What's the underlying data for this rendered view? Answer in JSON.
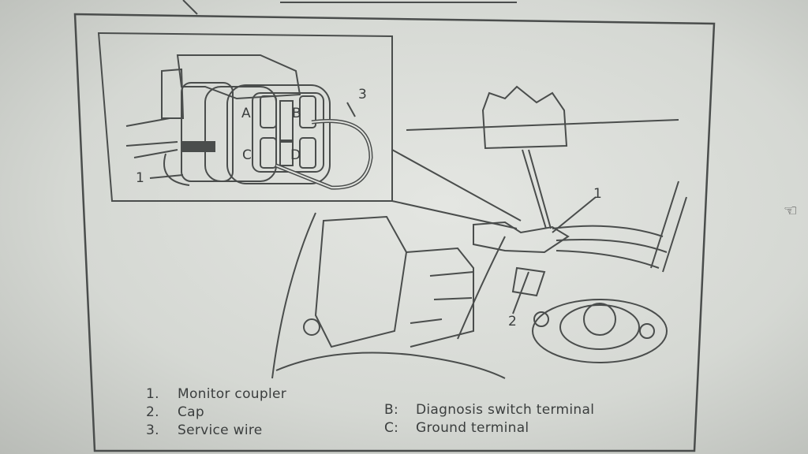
{
  "diagram": {
    "callouts": {
      "one_inset": "1",
      "three_inset": "3",
      "one_main": "1",
      "two_main": "2"
    },
    "terminals": [
      "A",
      "B",
      "C",
      "D"
    ],
    "legend_left": [
      {
        "num": "1.",
        "text": "Monitor coupler"
      },
      {
        "num": "2.",
        "text": "Cap"
      },
      {
        "num": "3.",
        "text": "Service wire"
      }
    ],
    "legend_right": [
      {
        "key": "B:",
        "text": "Diagnosis switch terminal"
      },
      {
        "key": "C:",
        "text": "Ground terminal"
      }
    ]
  }
}
